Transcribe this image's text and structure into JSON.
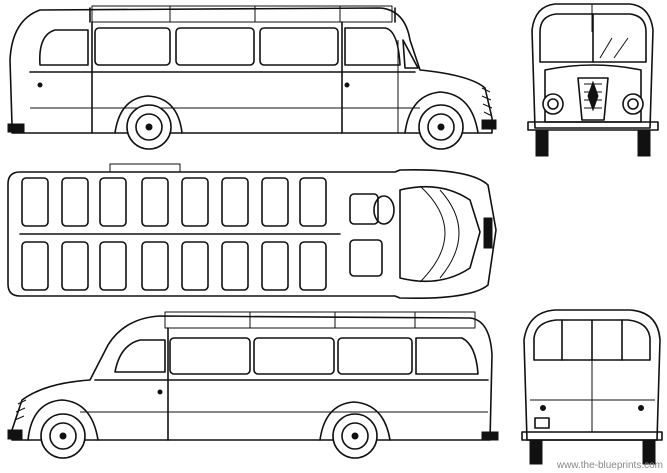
{
  "drawing": {
    "views": [
      "side-view-right",
      "front-view",
      "top-view",
      "side-view-left",
      "rear-view"
    ]
  },
  "watermark": {
    "text": "www.the-blueprints.com"
  },
  "colors": {
    "line": "#111111",
    "background": "#ffffff",
    "watermark": "#888888"
  }
}
